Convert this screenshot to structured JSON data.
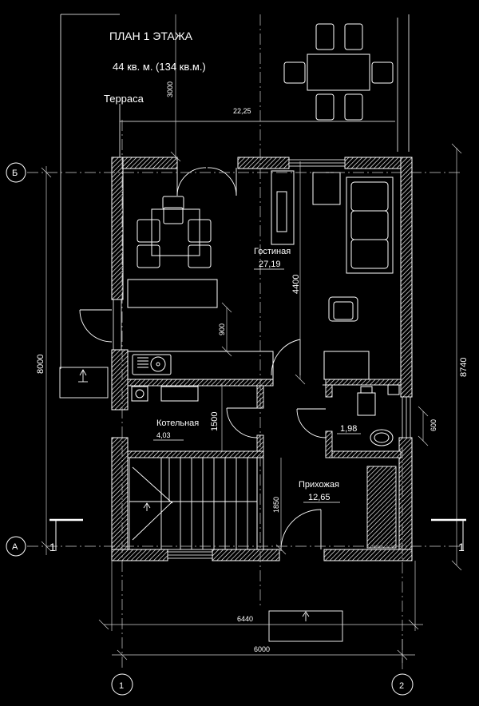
{
  "title": "ПЛАН 1 ЭТАЖА",
  "area_line": "44 кв. м.  (134 кв.м.)",
  "terrace_label": "Терраса",
  "terrace_dim": "22,25",
  "rooms": {
    "living": {
      "name": "Гостиная",
      "area": "27,19"
    },
    "boiler": {
      "name": "Котельная",
      "area": "4,03"
    },
    "bath": {
      "area": "1,98"
    },
    "hall": {
      "name": "Прихожая",
      "area": "12,65"
    }
  },
  "dimensions": {
    "terrace_depth": "3000",
    "living_depth": "4400",
    "left_height": "8000",
    "right_height": "8740",
    "counter_gap": "900",
    "boiler_depth": "1500",
    "window_600": "600",
    "stair_depth": "1850",
    "total_width_outer": "6440",
    "total_width_axes": "6000"
  },
  "axes": {
    "b": "Б",
    "a": "А",
    "one": "1",
    "two": "2",
    "section_left": "1",
    "section_right": "1"
  },
  "colors": {
    "background": "#000000",
    "lines": "#ffffff",
    "dim_lines": "#cfcfcf",
    "hatch": "#ffffff"
  }
}
